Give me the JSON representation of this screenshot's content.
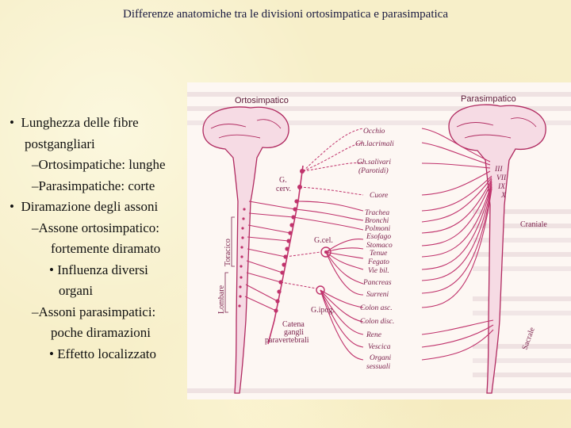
{
  "title": "Differenze anatomiche tra le divisioni ortosimpatica e parasimpatica",
  "bullets": {
    "b1": "Lunghezza delle fibre postgangliari",
    "b1a": "Ortosimpatiche: lunghe",
    "b1b": "Parasimpatiche: corte",
    "b2": "Diramazione degli assoni",
    "b2a_line1": "Assone ortosimpatico:",
    "b2a_line2": "fortemente diramato",
    "b2a_i_line1": "Influenza diversi",
    "b2a_i_line2": "organi",
    "b2b_line1": "Assoni parasimpatici:",
    "b2b_line2": "poche diramazioni",
    "b2b_i": "Effetto localizzato",
    "bullet_glyph": "•",
    "dash_glyph": "–"
  },
  "figure": {
    "heading_left": "Ortosimpatico",
    "heading_right": "Parasimpatico",
    "organs": [
      "Occhio",
      "Gh.lacrimali",
      "Gh.salivari",
      "(Parotidi)",
      "Cuore",
      "Trachea",
      "Bronchi",
      "Polmoni",
      "Esofago",
      "Stomaco",
      "Tenue",
      "Fegato",
      "Vie bil.",
      "Pancreas",
      "Surreni",
      "Colon asc.",
      "Colon disc.",
      "Rene",
      "Vescica",
      "Organi",
      "sessuali"
    ],
    "cranial_nerves": [
      "III",
      "VII",
      "IX",
      "X"
    ],
    "labels": {
      "g_cerv_line1": "G.",
      "g_cerv_line2": "cerv.",
      "g_cel": "G.cel.",
      "g_ipog": "G.ipog.",
      "toracico": "Toracico",
      "lombare": "Lombare",
      "catena_line1": "Catena",
      "catena_line2": "gangli",
      "catena_line3": "paravertebrali",
      "craniale": "Craniale",
      "sacrale": "Sacrale"
    },
    "colors": {
      "nerve": "#c0336c",
      "label": "#7a1f4a",
      "background": "#f7efc9"
    }
  }
}
